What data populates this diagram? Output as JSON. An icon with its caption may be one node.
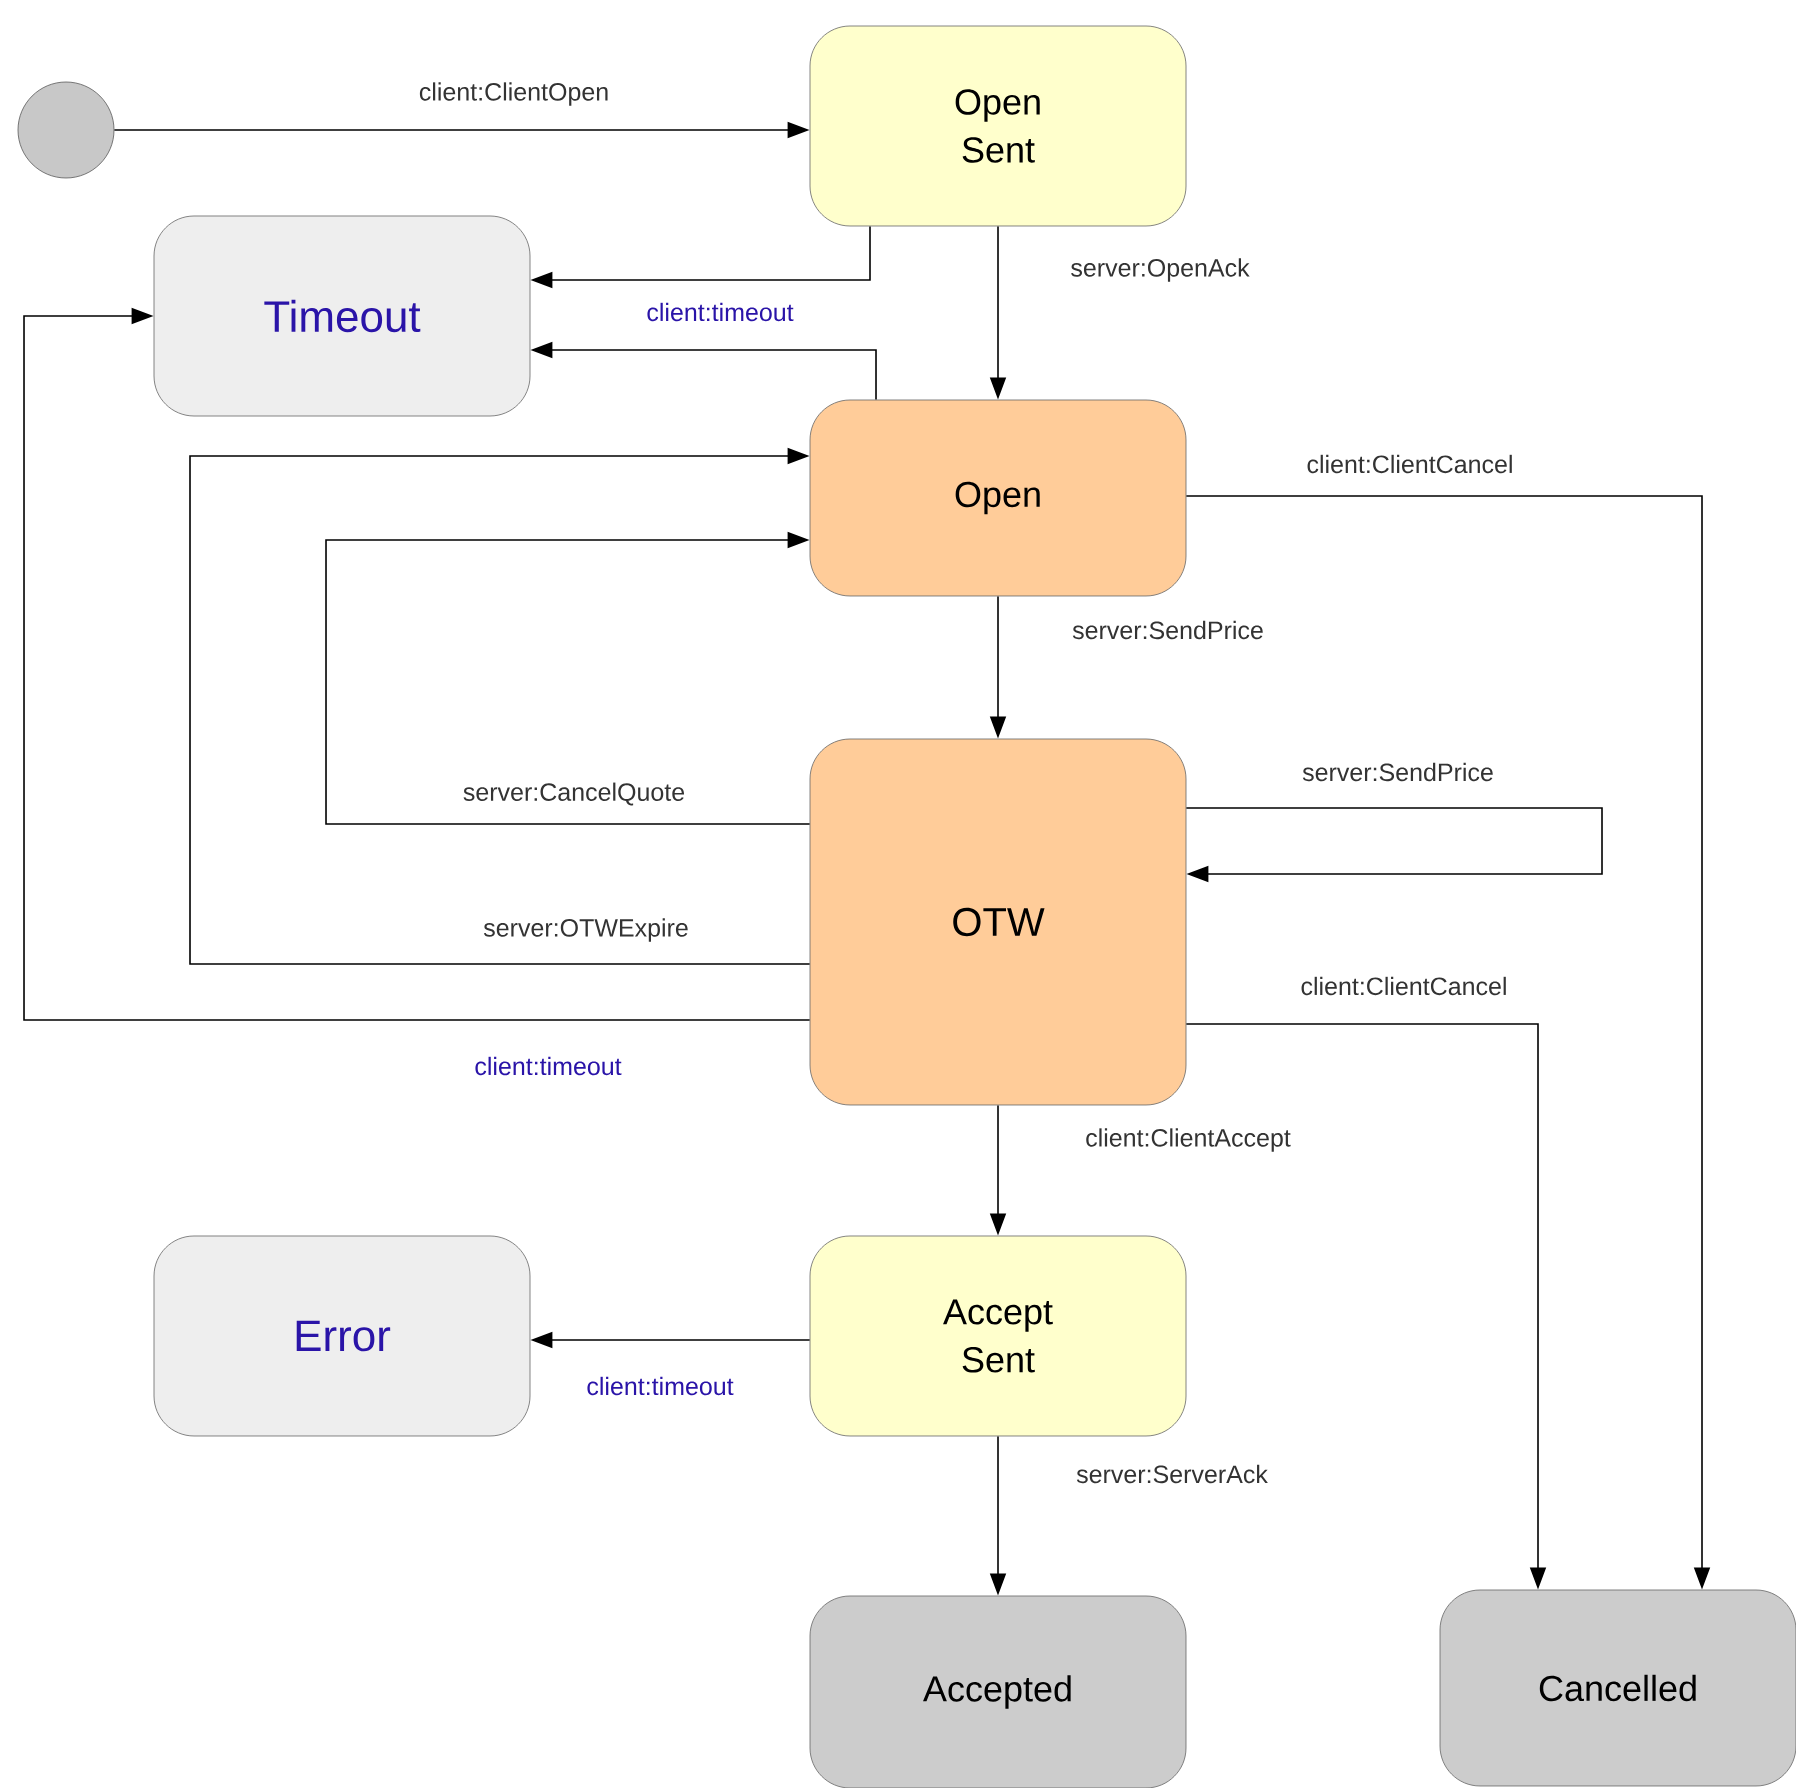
{
  "diagram": {
    "nodes": [
      {
        "text": [],
        "shape": "circle"
      },
      {
        "text": [
          "Open Sent"
        ]
      },
      {
        "text": [
          "Timeout"
        ]
      },
      {
        "text": [
          "Open"
        ]
      },
      {
        "text": [
          "OTW"
        ]
      },
      {
        "text": [
          "Accept Sent"
        ]
      },
      {
        "text": [
          "Error"
        ]
      },
      {
        "text": [
          "Accepted"
        ]
      },
      {
        "text": [
          "Cancelled"
        ]
      }
    ],
    "edges": [
      {
        "from": 0,
        "to": 1,
        "arrow": "to",
        "label": "client:ClientOpen"
      },
      {
        "from": 1,
        "to": 2,
        "arrow": "to"
      },
      {
        "from": 1,
        "to": 3,
        "arrow": "to",
        "label": "server:OpenAck"
      },
      {
        "from": 3,
        "to": 2,
        "arrow": "to",
        "label": "client:timeout"
      },
      {
        "from": 3,
        "to": 8,
        "arrow": "to",
        "label": "client:ClientCancel"
      },
      {
        "from": 3,
        "to": 4,
        "arrow": "to",
        "label": "server:SendPrice"
      },
      {
        "from": 4,
        "to": 3,
        "arrow": "to",
        "label": "server:CancelQuote"
      },
      {
        "from": 4,
        "to": 3,
        "arrow": "to",
        "label": "server:OTWExpire"
      },
      {
        "from": 4,
        "to": 2,
        "arrow": "to",
        "label": "client:timeout"
      },
      {
        "from": 4,
        "to": 4,
        "arrow": "to",
        "label": "server:SendPrice"
      },
      {
        "from": 4,
        "to": 8,
        "arrow": "to",
        "label": "client:ClientCancel"
      },
      {
        "from": 4,
        "to": 5,
        "arrow": "to",
        "label": "client:ClientAccept"
      },
      {
        "from": 5,
        "to": 6,
        "arrow": "to",
        "label": "client:timeout"
      },
      {
        "from": 5,
        "to": 7,
        "arrow": "to",
        "label": "server:ServerAck"
      }
    ]
  }
}
